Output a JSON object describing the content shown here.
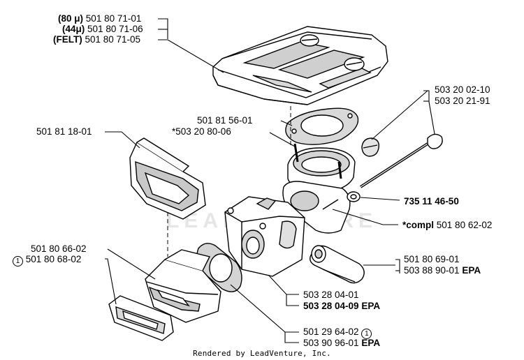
{
  "labels": {
    "air_filter": {
      "line1_tag": "(80 μ)",
      "line1_part": "501 80 71-01",
      "line2_tag": "(44μ)",
      "line2_part": "501 80 71-06",
      "line3_tag": "(FELT)",
      "line3_part": "501 80 71-05"
    },
    "gasket_top": {
      "line1": "501 81 56-01",
      "line2": "*503 20 80-06"
    },
    "screw": {
      "line1": "503 20 02-10",
      "line2": "503 20 21-91"
    },
    "bracket": "501 81 18-01",
    "washer": "735 11 46-50",
    "carb_complete": {
      "prefix": "*compl",
      "part": "501 80 62-02"
    },
    "intake_manifold": {
      "line1": "501 80 66-02",
      "line2_mark": "1",
      "line2_part": "501 80 68-02"
    },
    "fuel_hose": {
      "line1": "501 80 69-01",
      "line2": "503 88 90-01 EPA"
    },
    "carburetor": {
      "line1": "503 28 04-01",
      "line2": "503 28 04-09 EPA"
    },
    "gasket_bottom": {
      "line1": "501 29 64-02",
      "line1_mark": "1",
      "line2": "503 90 96-01 EPA"
    }
  },
  "watermark": "LEADVENTURE",
  "footer": "Rendered by LeadVenture, Inc."
}
